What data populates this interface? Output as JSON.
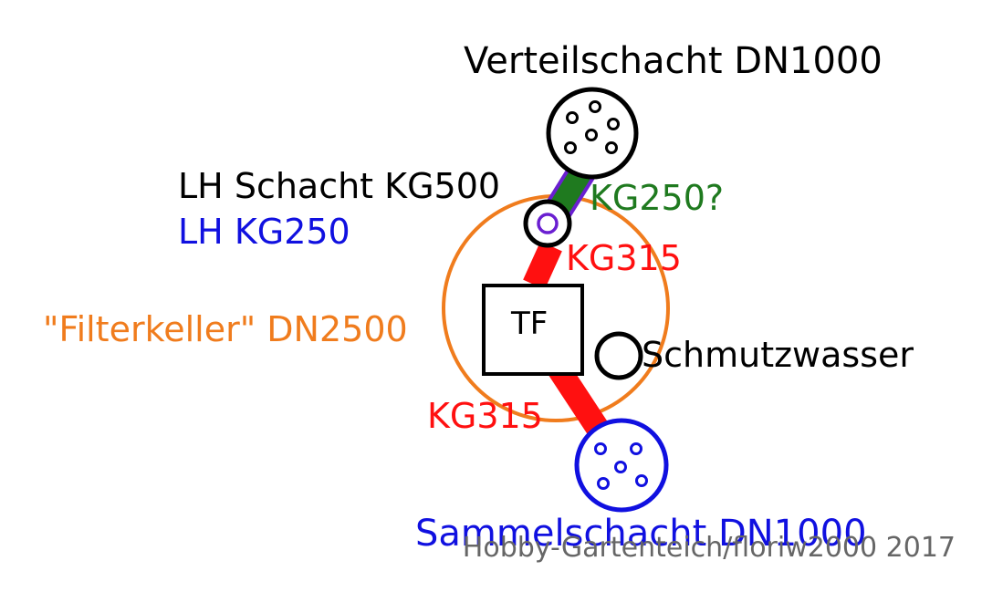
{
  "labels": {
    "verteilschacht": "Verteilschacht DN1000",
    "lh_schacht": "LH Schacht KG500",
    "lh_kg250": "LH KG250",
    "kg250": "KG250?",
    "kg315_top": "KG315",
    "filterkeller": "\"Filterkeller\" DN2500",
    "tf": "TF",
    "schmutzwasser": "Schmutzwasser",
    "kg315_bottom": "KG315",
    "sammelschacht": "Sammelschacht DN1000",
    "watermark": "Hobby-Gartenteich/floriw2000 2017"
  },
  "colors": {
    "black": "#000000",
    "orange": "#f07c1d",
    "red": "#ff1010",
    "blue": "#1010e0",
    "green": "#1f7a1f",
    "purple": "#6a1fd1",
    "gray": "#666666"
  }
}
